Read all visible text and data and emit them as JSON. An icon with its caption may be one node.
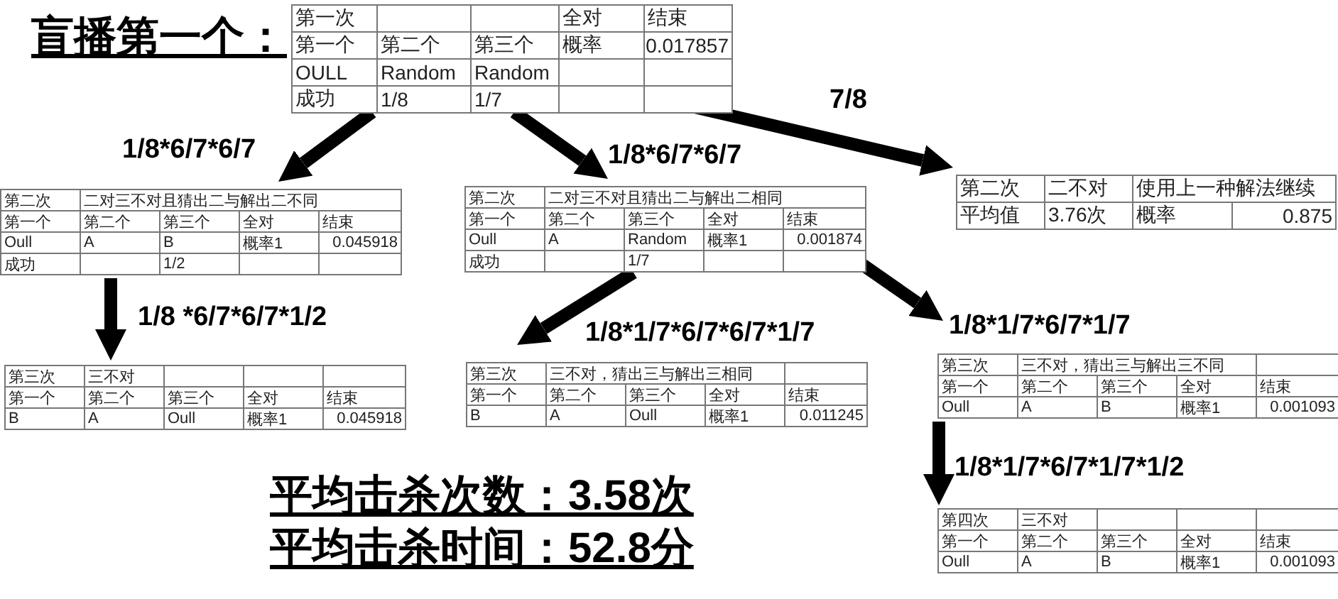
{
  "diagram": {
    "title": "盲播第一个：",
    "nodes": [
      {
        "text": [
          "第一次",
          "全对",
          "结束",
          "第一个",
          "第二个",
          "第三个",
          "概率",
          "0.017857",
          "OULL",
          "Random",
          "Random",
          "成功",
          "1/8",
          "1/7"
        ]
      },
      {
        "text": [
          "第二次",
          "二不对",
          "使用上一种解法继续",
          "平均值",
          "3.76次",
          "概率",
          "0.875"
        ]
      },
      {
        "text": [
          "第二次",
          "二对三不对且猜出二与解出二不同",
          "第一个",
          "第二个",
          "第三个",
          "全对",
          "结束",
          "Oull",
          "A",
          "B",
          "概率1",
          "0.045918",
          "成功",
          "1/2"
        ]
      },
      {
        "text": [
          "第二次",
          "二对三不对且猜出二与解出二相同",
          "第一个",
          "第二个",
          "第三个",
          "全对",
          "结束",
          "Oull",
          "A",
          "Random",
          "概率1",
          "0.001874",
          "成功",
          "1/7"
        ]
      },
      {
        "text": [
          "第三次",
          "三不对",
          "第一个",
          "第二个",
          "第三个",
          "全对",
          "结束",
          "B",
          "A",
          "Oull",
          "概率1",
          "0.045918"
        ]
      },
      {
        "text": [
          "第三次",
          "三不对，猜出三与解出三相同",
          "第一个",
          "第二个",
          "第三个",
          "全对",
          "结束",
          "B",
          "A",
          "Oull",
          "概率1",
          "0.011245"
        ]
      },
      {
        "text": [
          "第三次",
          "三不对，猜出三与解出三不同",
          "第一个",
          "第二个",
          "第三个",
          "全对",
          "结束",
          "Oull",
          "A",
          "B",
          "概率1",
          "0.001093"
        ]
      },
      {
        "text": [
          "第四次",
          "三不对",
          "第一个",
          "第二个",
          "第三个",
          "全对",
          "结束",
          "Oull",
          "A",
          "B",
          "概率1",
          "0.001093"
        ]
      }
    ],
    "edges": [
      {
        "from": 0,
        "to": 2,
        "arrow": "to",
        "label": "1/8*6/7*6/7"
      },
      {
        "from": 0,
        "to": 3,
        "arrow": "to",
        "label": "1/8*6/7*6/7"
      },
      {
        "from": 0,
        "to": 1,
        "arrow": "to",
        "label": "7/8"
      },
      {
        "from": 2,
        "to": 4,
        "arrow": "to",
        "label": "1/8 *6/7*6/7*1/2"
      },
      {
        "from": 3,
        "to": 5,
        "arrow": "to",
        "label": "1/8*1/7*6/7*6/7*1/7"
      },
      {
        "from": 3,
        "to": 6,
        "arrow": "to",
        "label": "1/8*1/7*6/7*1/7"
      },
      {
        "from": 6,
        "to": 7,
        "arrow": "to",
        "label": "1/8*1/7*6/7*1/7*1/2"
      }
    ],
    "labels": [
      "平均击杀次数：3.58次",
      "平均击杀时间：52.8分"
    ]
  }
}
